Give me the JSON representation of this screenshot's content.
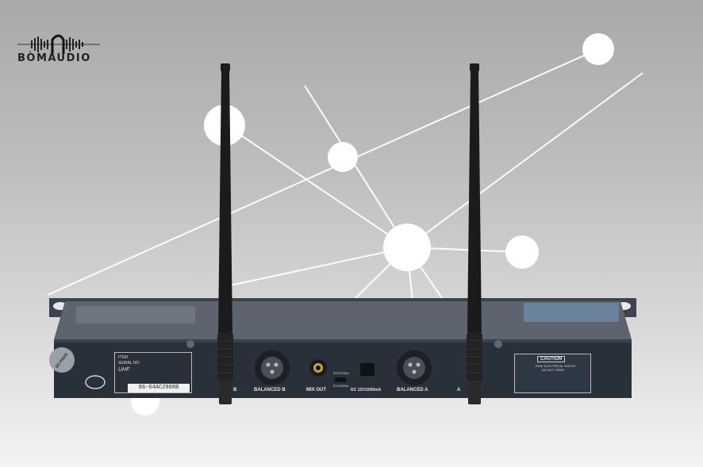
{
  "brand": {
    "logo_text": "BÒMAUDIO"
  },
  "device": {
    "serial_label_line1": "ITEM",
    "serial_label_line2": "SERIAL NO",
    "serial_label_line3": "UHF",
    "serial_number": "86-64AC2968B",
    "dc_pass_badge": "DC-PASS",
    "ports": {
      "balanced_b": "BALANCED B",
      "mix_out": "MIX OUT",
      "freq_top": "510-570Hz",
      "freq_bottom": "570-630Hz",
      "dc": "DC 12V/1000mA",
      "balanced_a": "BALANCED A",
      "a_fragment": "A",
      "b_fragment": "B"
    },
    "caution": {
      "title": "CAUTION",
      "line1": "RISK ELECTRICAL SHOCK",
      "line2": "DO NOT OPEN"
    }
  },
  "colors": {
    "panel": "#2a3039",
    "antenna": "#1b1b1b",
    "node": "#ffffff"
  }
}
